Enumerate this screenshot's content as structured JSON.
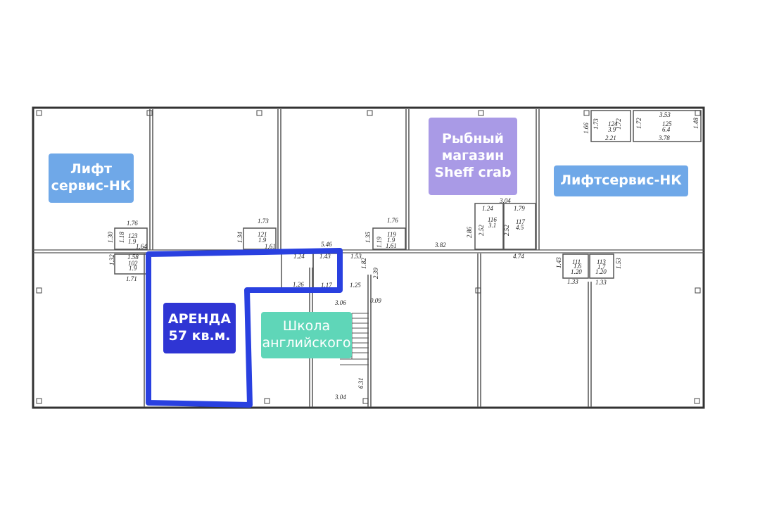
{
  "labels": {
    "lift_service_left": {
      "line1": "Лифт",
      "line2": "сервис-НК",
      "color": "#6fa8e8"
    },
    "fish_shop": {
      "line1": "Рыбный",
      "line2": "магазин",
      "line3": "Sheff crab",
      "color": "#a99ae6"
    },
    "lift_service_right": {
      "line1": "Лифтсервис-НК",
      "color": "#6fa8e8"
    },
    "rent": {
      "line1": "АРЕНДА",
      "line2": "57 кв.м.",
      "color": "#2f35d4"
    },
    "english_school": {
      "line1": "Школа",
      "line2": "английского",
      "color": "#5fd6b8"
    }
  },
  "highlight_color": "#2940e0",
  "dimensions": {
    "d1_76a": "1.76",
    "d1_30": "1.30",
    "d1_18": "1.18",
    "d123": "123",
    "d1_9a": "1.9",
    "d1_64": "1.64",
    "d1_73a": "1.73",
    "d1_34": "1.34",
    "d121": "121",
    "d1_9b": "1.9",
    "d1_61a": "1.61",
    "d1_76b": "1.76",
    "d1_35": "1.35",
    "d119": "119",
    "d1_19": "1.19",
    "d1_9c": "1.9",
    "d1_61b": "1.61",
    "d3_04a": "3.04",
    "d1_24a": "1.24",
    "d1_79": "1.79",
    "d2_86": "2.86",
    "d2_52a": "2.52",
    "d116": "116",
    "d3_1": "3.1",
    "d2_52b": "2.52",
    "d117": "117",
    "d4_5": "4.5",
    "d3_82": "3.82",
    "d1_66": "1.66",
    "d1_73b": "1.73",
    "d124": "124",
    "d3_9": "3.9",
    "d1_72": "1.72",
    "d2_21": "2.21",
    "d3_53": "3.53",
    "d125": "125",
    "d6_4": "6.4",
    "d1_48": "1.48",
    "d3_78": "3.78",
    "d1_32": "1.32",
    "d1_58": "1.58",
    "d102": "102",
    "d1_9d": "1.9",
    "d1_71": "1.71",
    "d5_46": "5.46",
    "d1_24b": "1.24",
    "d1_43": "1.43",
    "d1_53a": "1.53",
    "d1_82": "1.82",
    "d2_39": "2.39",
    "d1_26": "1.26",
    "d1_17": "1.17",
    "d1_25": "1.25",
    "d3_06": "3.06",
    "d0_09": "0.09",
    "d6_31": "6.31",
    "d3_04b": "3.04",
    "d4_74": "4.74",
    "d1_43b": "1.43",
    "d111": "111",
    "d1_6": "1.6",
    "d1_20a": "1.20",
    "d1_33a": "1.33",
    "d113": "113",
    "d1_7": "1.7",
    "d1_20b": "1.20",
    "d1_33b": "1.33",
    "d1_53b": "1.53"
  }
}
